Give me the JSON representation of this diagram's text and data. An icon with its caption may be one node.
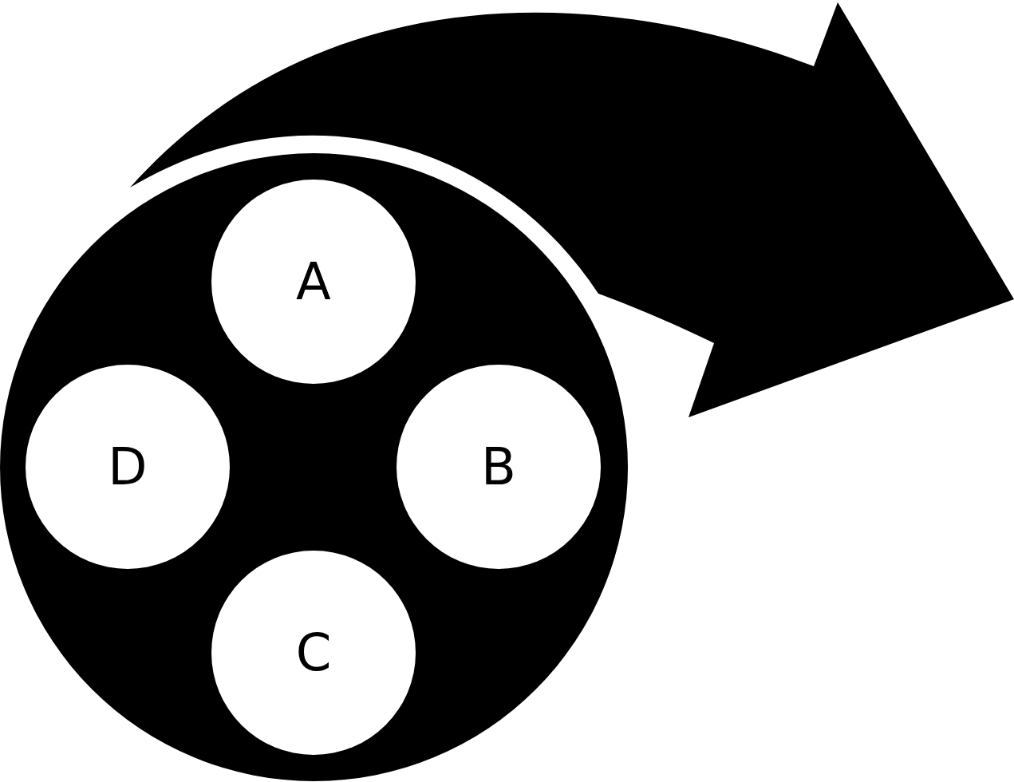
{
  "diagram": {
    "nodes": [
      {
        "text": [],
        "shape": "circle"
      },
      {
        "text": [
          "A"
        ],
        "in": 0
      },
      {
        "text": [
          "B"
        ],
        "in": 0
      },
      {
        "text": [
          "C"
        ],
        "in": 0
      },
      {
        "text": [
          "D"
        ],
        "in": 0
      }
    ]
  }
}
